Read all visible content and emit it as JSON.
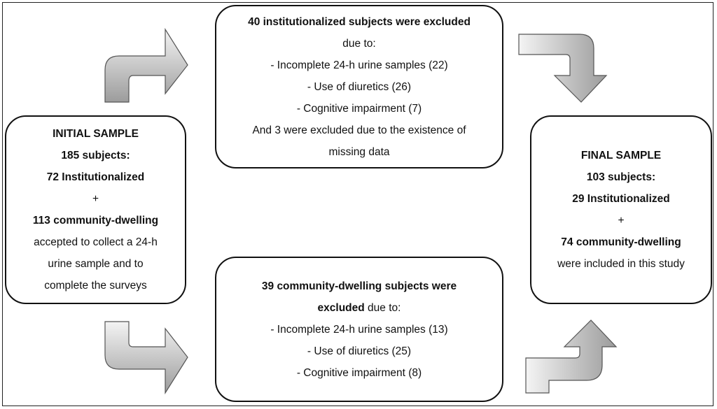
{
  "initial": {
    "title": "INITIAL SAMPLE",
    "subjects": "185 subjects:",
    "institutionalized": "72 Institutionalized",
    "plus": "+",
    "community": "113 community-dwelling",
    "desc": [
      "accepted to collect a 24-h",
      "urine sample and to",
      "complete the surveys"
    ]
  },
  "excluded_institutionalized": {
    "title": "40 institutionalized subjects were excluded",
    "due": "due to:",
    "items": [
      "-   Incomplete 24-h urine samples (22)",
      "-   Use of diuretics (26)",
      "-   Cognitive impairment (7)"
    ],
    "extra": [
      "And 3 were excluded due to the existence of",
      "missing data"
    ]
  },
  "excluded_community": {
    "title_line1": "39 community-dwelling subjects were",
    "title_line2_bold": "excluded",
    "title_line2_rest": " due to:",
    "items": [
      "-   Incomplete 24-h urine samples (13)",
      "-   Use of diuretics (25)",
      "-   Cognitive impairment (8)"
    ]
  },
  "final": {
    "title": "FINAL SAMPLE",
    "subjects": "103 subjects:",
    "institutionalized": "29 Institutionalized",
    "plus": "+",
    "community": "74 community-dwelling",
    "desc": "were included in this study"
  },
  "colors": {
    "arrow_light": "#f2f2f2",
    "arrow_dark": "#9a9a9a",
    "border": "#111111"
  }
}
